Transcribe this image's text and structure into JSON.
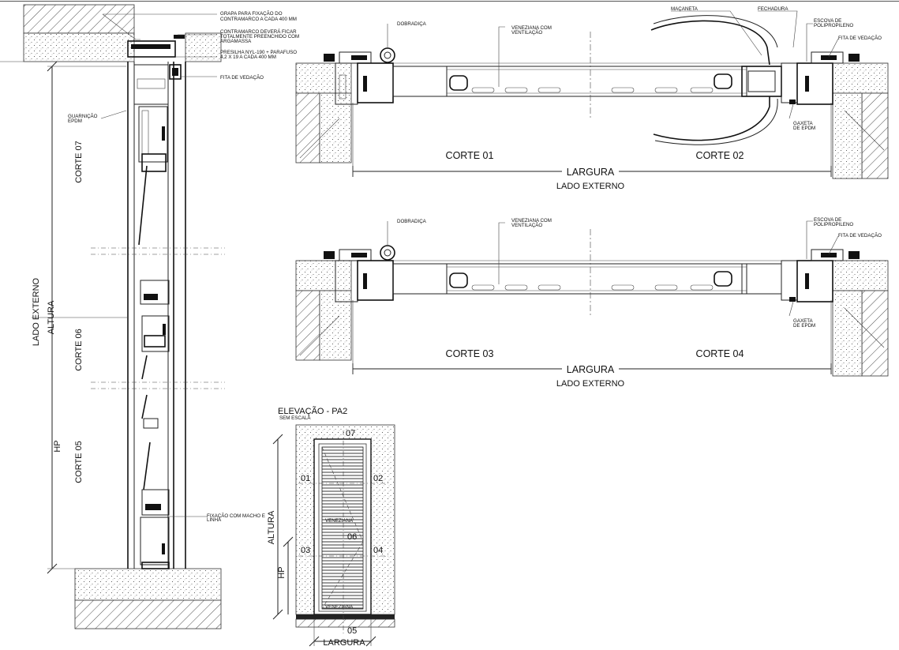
{
  "vertical_section": {
    "side_label": "LADO EXTERNO",
    "height_label": "ALTURA",
    "hp_label": "HP",
    "corte_07": "CORTE 07",
    "corte_06": "CORTE 06",
    "corte_05": "CORTE 05",
    "notes": {
      "grapa": "GRAPA PARA FIXAÇÃO DO CONTRAMARCO A CADA 400 MM",
      "grapa_l1": "GRAPA PARA FIXAÇÃO DO",
      "grapa_l2": "CONTRAMARCO A CADA 400 MM",
      "contramarco_l1": "CONTRAMARCO DEVERÁ FICAR",
      "contramarco_l2": "TOTALMENTE PREENCHIDO COM",
      "contramarco_l3": "ARGAMASSA",
      "presilha_l1": "PRESILHA NYL-190 + PARAFUSO",
      "presilha_l2": "4,2 X 19 A CADA 400 MM",
      "fita": "FITA DE VEDAÇÃO",
      "guarnicao_l1": "GUARNIÇÃO",
      "guarnicao_l2": "EPDM",
      "fixacao_l1": "FIXAÇÃO COM MACHO E",
      "fixacao_l2": "LINHA"
    }
  },
  "plan_top": {
    "dobradica": "DOBRADIÇA",
    "veneziana_l1": "VENEZIANA COM",
    "veneziana_l2": "VENTILAÇÃO",
    "macaneta": "MAÇANETA",
    "fechadura": "FECHADURA",
    "escova_l1": "ESCOVA DE",
    "escova_l2": "POLIPROPILENO",
    "fita": "FITA DE VEDAÇÃO",
    "gaxeta_l1": "GAXETA",
    "gaxeta_l2": "DE EPDM",
    "corte_a": "CORTE 01",
    "corte_b": "CORTE 02",
    "largura": "LARGURA",
    "side_label": "LADO EXTERNO"
  },
  "plan_bottom": {
    "dobradica": "DOBRADIÇA",
    "veneziana_l1": "VENEZIANA COM",
    "veneziana_l2": "VENTILAÇÃO",
    "escova_l1": "ESCOVA DE",
    "escova_l2": "POLIPROPILENO",
    "fita": "FITA DE VEDAÇÃO",
    "gaxeta_l1": "GAXETA",
    "gaxeta_l2": "DE EPDM",
    "corte_a": "CORTE 03",
    "corte_b": "CORTE 04",
    "largura": "LARGURA",
    "side_label": "LADO EXTERNO"
  },
  "elevation": {
    "title": "ELEVAÇÃO - PA2",
    "subtitle": "SEM ESCALA",
    "n07": "07",
    "n01": "01",
    "n02": "02",
    "n03": "03",
    "n04": "04",
    "n05": "05",
    "n06": "06",
    "altura": "ALTURA",
    "hp": "HP",
    "largura": "LARGURA",
    "vent1": "VENEZIANA",
    "vent2": "VENEZIANA"
  }
}
